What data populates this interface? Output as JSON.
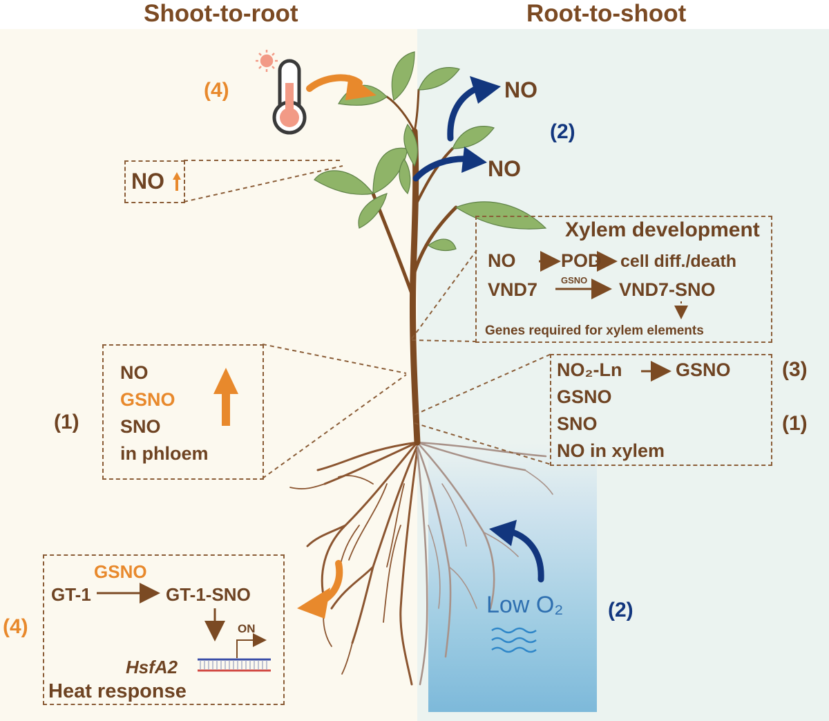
{
  "headers": {
    "left": "Shoot-to-root",
    "right": "Root-to-shoot"
  },
  "numbers": {
    "heat_top": "(4)",
    "phloem": "(1)",
    "heat_bottom": "(4)",
    "no_top": "(2)",
    "low_o2": "(2)",
    "nitro": "(3)",
    "xylem": "(1)"
  },
  "no_arrows": {
    "upper": "NO",
    "lower": "NO"
  },
  "leaf_box": {
    "label": "NO"
  },
  "xylem_dev": {
    "title": "Xylem development",
    "no": "NO",
    "pod": "POD",
    "cell": "cell diff./death",
    "vnd7": "VND7",
    "gsno": "GSNO",
    "vnd7sno": "VND7-SNO",
    "genes": "Genes required for xylem elements"
  },
  "phloem_box": {
    "no": "NO",
    "gsno": "GSNO",
    "sno": "SNO",
    "in_phloem": "in phloem"
  },
  "xylem_box": {
    "no2ln": "NO₂-Ln",
    "gsno_target": "GSNO",
    "gsno": "GSNO",
    "sno": "SNO",
    "no_xylem": "NO in xylem"
  },
  "heat_box": {
    "gsno": "GSNO",
    "gt1": "GT-1",
    "gt1sno": "GT-1-SNO",
    "on": "ON",
    "hsfa2": "HsfA2",
    "response": "Heat response"
  },
  "low_o2": {
    "label": "Low O₂"
  },
  "icons": [
    "thermometer-icon",
    "sun-icon",
    "water-waves-icon",
    "dna-icon",
    "plant-icon"
  ],
  "colors": {
    "brown": "#7b4a23",
    "orange": "#e8892c",
    "navy": "#12367e",
    "leaf": "#8fb468",
    "water": "#7db9da"
  }
}
